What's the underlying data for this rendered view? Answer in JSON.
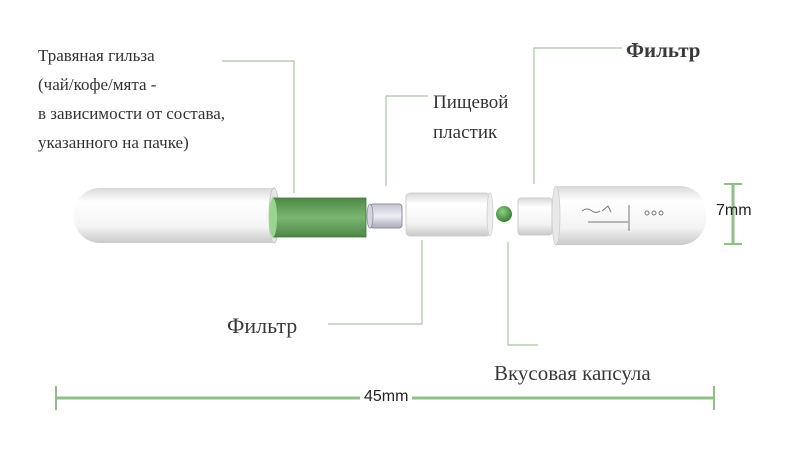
{
  "labels": {
    "herbal_sleeve": [
      "Травяная гильза",
      "(чай/кофе/мята -",
      "в зависимости от состава,",
      "указанного на пачке)"
    ],
    "filter_top": "Фильтр",
    "food_plastic": [
      "Пищевой",
      "пластик"
    ],
    "filter_bottom": "Фильтр",
    "flavor_capsule": "Вкусовая капсула",
    "diameter": "7mm",
    "length": "45mm"
  },
  "colors": {
    "leader_line": "#a9c4a2",
    "dimension_line": "#8fbf87",
    "herbal_fill": "#6ea865",
    "capsule": "#3f9a3a"
  }
}
